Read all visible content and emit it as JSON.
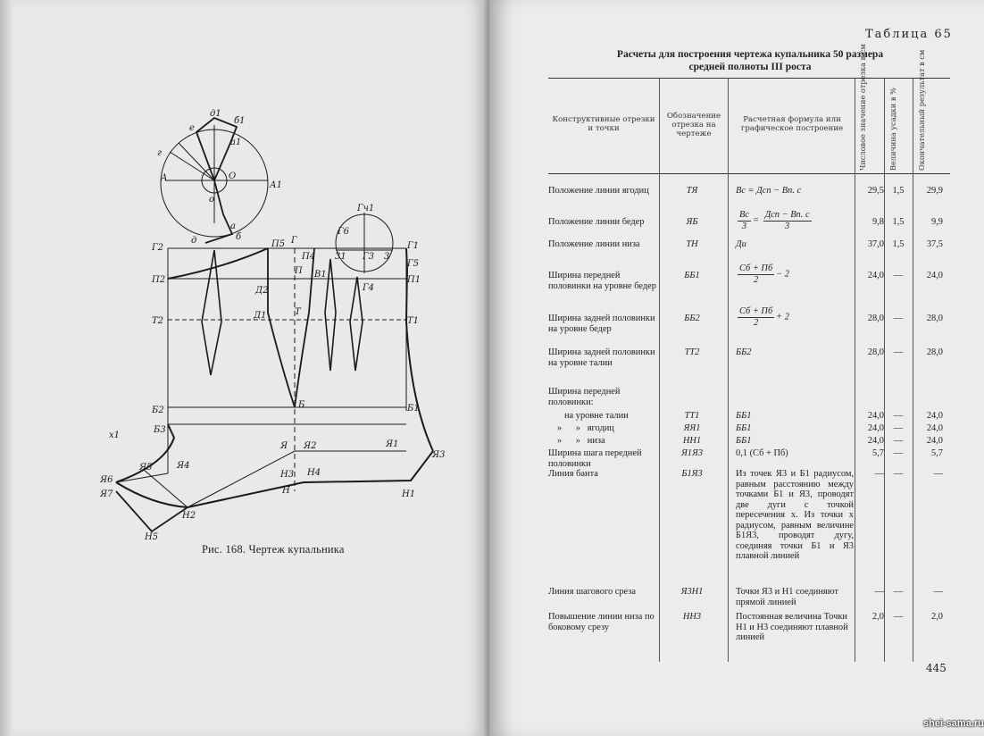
{
  "left_page": {
    "caption": "Рис. 168. Чертеж купальника",
    "labels": {
      "e": "е",
      "d1": "д1",
      "b1top": "б1",
      "a1": "а1",
      "g": "г",
      "A": "А",
      "O": "О",
      "A1": "А1",
      "o": "о",
      "a": "а",
      "d": "д",
      "b": "б",
      "G2": "Г2",
      "P5": "П5",
      "G": "Г",
      "Gch1": "Гч1",
      "G6": "Г6",
      "G1": "Г1",
      "G5": "Г5",
      "P2": "П2",
      "D2": "Д2",
      "P": "П",
      "P4": "П4",
      "B1": "В1",
      "G4": "Г4",
      "P1": "П1",
      "T2": "Т2",
      "D1": "Д1",
      "T": "Т",
      "T1": "Т1",
      "n31": "31",
      "G3": "Г3",
      "n3": "3",
      "B2": "Б2",
      "B": "Б",
      "B1r": "Б1",
      "B3": "Б3",
      "x1": "х1",
      "Ya": "Я",
      "Ya2": "Я2",
      "Ya1": "Я1",
      "Ya3": "Я3",
      "Ya5": "Я5",
      "Ya4": "Я4",
      "Ya6": "Я6",
      "Ya7": "Я7",
      "H3": "Н3",
      "H4": "Н4",
      "H": "Н",
      "H1": "Н1",
      "H2": "Н2",
      "H5": "Н5"
    }
  },
  "right_page": {
    "table_label": "Таблица 65",
    "title_line1": "Расчеты для построения чертежа купальника 50 размера",
    "title_line2": "средней полноты III роста",
    "headers": {
      "col1": "Конструктивные отрезки и точки",
      "col2": "Обозначение отрезка на чертеже",
      "col3": "Расчетная формула или графическое построение",
      "col4": "Числовое значение отрезка в см",
      "col5": "Величина усадки в %",
      "col6": "Окончательный результат в см"
    },
    "rows": [
      {
        "name": "Положение линии ягодиц",
        "code": "ТЯ",
        "formula": "Вс = Дсп − Вп. с",
        "value": "29,5",
        "shrink": "1,5",
        "result": "29,9"
      },
      {
        "name": "Положение линии бедер",
        "code": "ЯБ",
        "formula_num": "Вс",
        "formula_mid": "= ",
        "formula_num2": "Дсп − Вп. с",
        "formula_den": "3",
        "value": "9,8",
        "shrink": "1,5",
        "result": "9,9"
      },
      {
        "name": "Положение линии низа",
        "code": "ТН",
        "formula": "Ди",
        "value": "37,0",
        "shrink": "1,5",
        "result": "37,5"
      },
      {
        "name": "Ширина передней половинки на уровне бедер",
        "code": "ББ1",
        "formula_num": "Сб + Пб",
        "formula_den": "2",
        "formula_tail": "− 2",
        "value": "24,0",
        "shrink": "—",
        "result": "24,0"
      },
      {
        "name": "Ширина задней половинки на уровне бедер",
        "code": "ББ2",
        "formula_num": "Сб + Пб",
        "formula_den": "2",
        "formula_tail": "+ 2",
        "value": "28,0",
        "shrink": "—",
        "result": "28,0"
      },
      {
        "name": "Ширина задней половинки на уровне талии",
        "code": "ТТ2",
        "formula": "ББ2",
        "value": "28,0",
        "shrink": "—",
        "result": "28,0"
      },
      {
        "name": "Ширина передней половинки:",
        "code": "",
        "formula": "",
        "value": "",
        "shrink": "",
        "result": ""
      },
      {
        "name": "на уровне талии",
        "code": "ТТ1",
        "formula": "ББ1",
        "value": "24,0",
        "shrink": "—",
        "result": "24,0"
      },
      {
        "name": "»      »   ягодиц",
        "code": "ЯЯ1",
        "formula": "ББ1",
        "value": "24,0",
        "shrink": "—",
        "result": "24,0"
      },
      {
        "name": "»      »   низа",
        "code": "НН1",
        "formula": "ББ1",
        "value": "24,0",
        "shrink": "—",
        "result": "24,0"
      },
      {
        "name": "Ширина шага передней половинки",
        "code": "Я1Я3",
        "formula": "0,1 (Сб + Пб)",
        "value": "5,7",
        "shrink": "—",
        "result": "5,7"
      },
      {
        "name": "Линия банта",
        "code": "Б1Я3",
        "formula": "Из точек Я3 и Б1 радиусом, равным расстоянию между точками Б1 и Я3, проводят две дуги с точкой пересечения х. Из точки х радиусом, равным величине Б1Я3, проводят дугу, соединяя точки Б1 и Я3 плавной линией",
        "value": "—",
        "shrink": "—",
        "result": "—"
      },
      {
        "name": "Линия шагового среза",
        "code": "Я3Н1",
        "formula": "Точки Я3 и Н1 соединяют прямой линией",
        "value": "—",
        "shrink": "—",
        "result": "—"
      },
      {
        "name": "Повышение линии низа по боковому срезу",
        "code": "НН3",
        "formula": "Постоянная величина Точки Н1 и Н3 соединяют плавной линией",
        "value": "2,0",
        "shrink": "—",
        "result": "2,0"
      }
    ],
    "page_number": "445"
  },
  "watermark": "shei-sama.ru"
}
